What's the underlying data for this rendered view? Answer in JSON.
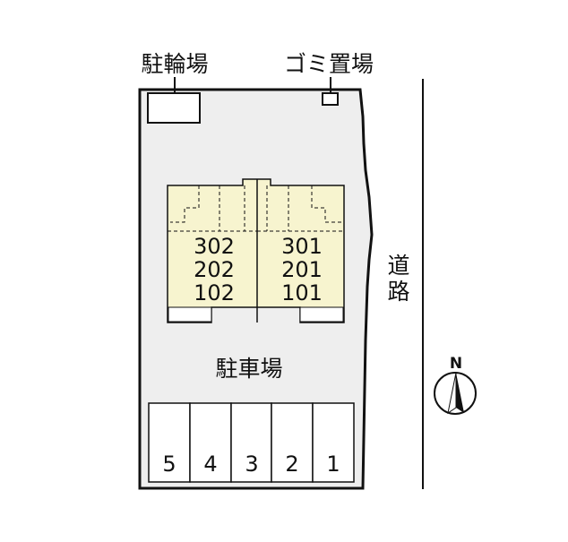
{
  "labels": {
    "bicycle_parking": "駐輪場",
    "garbage_area": "ゴミ置場",
    "parking_lot": "駐車場",
    "road": "道路"
  },
  "units": {
    "left": [
      "302",
      "202",
      "102"
    ],
    "right": [
      "301",
      "201",
      "101"
    ]
  },
  "parking_spaces": [
    "5",
    "4",
    "3",
    "2",
    "1"
  ],
  "compass": {
    "north_label": "N"
  },
  "colors": {
    "lot": "#eeeeee",
    "building": "#f7f4cf",
    "stroke": "#111111"
  }
}
